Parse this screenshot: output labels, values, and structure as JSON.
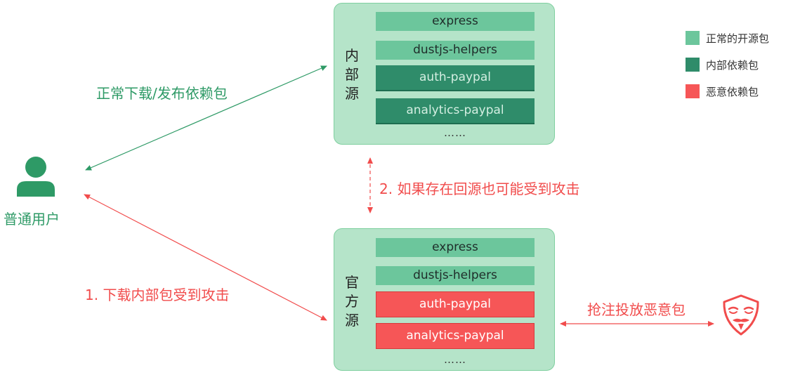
{
  "internal_repo": {
    "title_chars": [
      "内",
      "部",
      "源"
    ],
    "packages": [
      "express",
      "dustjs-helpers",
      "auth-paypal",
      "analytics-paypal"
    ],
    "more": "……"
  },
  "official_repo": {
    "title_chars": [
      "官",
      "方",
      "源"
    ],
    "packages": [
      "express",
      "dustjs-helpers",
      "auth-paypal",
      "analytics-paypal"
    ],
    "more": "……"
  },
  "user": {
    "label": "普通用户"
  },
  "edges": {
    "user_internal": "正常下载/发布依赖包",
    "internal_official": "2. 如果存在回源也可能受到攻击",
    "user_official": "1. 下载内部包受到攻击",
    "attacker_official": "抢注投放恶意包"
  },
  "legend": {
    "items": [
      {
        "label": "正常的开源包",
        "color": "#6cc69c"
      },
      {
        "label": "内部依赖包",
        "color": "#2f8c6a"
      },
      {
        "label": "恶意依赖包",
        "color": "#f65657"
      }
    ]
  },
  "colors": {
    "green": "#2e9a66",
    "red": "#f14c4c",
    "repo_bg": "#b5e4c9"
  },
  "icons": {
    "user": "user-icon",
    "attacker": "anonymous-mask-icon"
  }
}
